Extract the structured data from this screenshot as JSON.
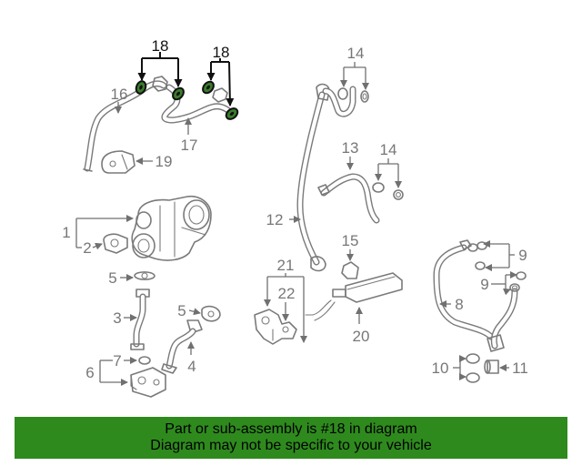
{
  "callouts": {
    "c1": "1",
    "c2": "2",
    "c3": "3",
    "c4": "4",
    "c5a": "5",
    "c5b": "5",
    "c6": "6",
    "c7": "7",
    "c8": "8",
    "c9a": "9",
    "c9b": "9",
    "c10": "10",
    "c11": "11",
    "c12": "12",
    "c13": "13",
    "c14a": "14",
    "c14b": "14",
    "c15": "15",
    "c16": "16",
    "c17": "17",
    "c18a": "18",
    "c18b": "18",
    "c19": "19",
    "c20": "20",
    "c21": "21",
    "c22": "22"
  },
  "highlight_color": "#2f8a1e",
  "banner": {
    "line1": "Part or sub-assembly is #18 in diagram",
    "line2": "Diagram may not be specific to your vehicle"
  }
}
